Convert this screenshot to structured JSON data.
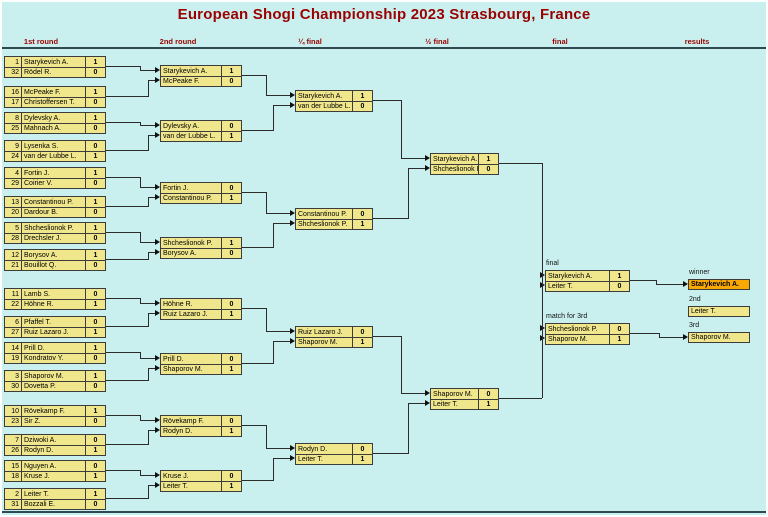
{
  "title": "European Shogi Championship 2023 Strasbourg, France",
  "column_headers": [
    "1st round",
    "2nd round",
    "¼ final",
    "½ final",
    "final",
    "results"
  ],
  "labels": {
    "final": "final",
    "match_for_3rd": "match for 3rd",
    "winner": "winner",
    "second": "2nd",
    "third": "3rd"
  },
  "results": {
    "winner": "Starykevich A.",
    "second": "Leiter T.",
    "third": "Shaporov M."
  },
  "colors": {
    "background": "#c9f0ef",
    "box_fill": "#f0e68c",
    "winner_fill": "#f8a800",
    "heading_text": "#9b0000",
    "connector_line": "#2b2b2b"
  },
  "rounds": {
    "round1": [
      {
        "players": [
          {
            "seed": "1",
            "name": "Starykevich A.",
            "score": "1"
          },
          {
            "seed": "32",
            "name": "Rödel R.",
            "score": "0"
          }
        ]
      },
      {
        "players": [
          {
            "seed": "16",
            "name": "McPeake F.",
            "score": "1"
          },
          {
            "seed": "17",
            "name": "Christoffersen T.",
            "score": "0"
          }
        ]
      },
      {
        "players": [
          {
            "seed": "8",
            "name": "Dylevsky A.",
            "score": "1"
          },
          {
            "seed": "25",
            "name": "Mahnach A.",
            "score": "0"
          }
        ]
      },
      {
        "players": [
          {
            "seed": "9",
            "name": "Lysenka S.",
            "score": "0"
          },
          {
            "seed": "24",
            "name": "van der Lubbe L.",
            "score": "1"
          }
        ]
      },
      {
        "players": [
          {
            "seed": "4",
            "name": "Fortin J.",
            "score": "1"
          },
          {
            "seed": "29",
            "name": "Coirier V.",
            "score": "0"
          }
        ]
      },
      {
        "players": [
          {
            "seed": "13",
            "name": "Constantinou P.",
            "score": "1"
          },
          {
            "seed": "20",
            "name": "Dardour B.",
            "score": "0"
          }
        ]
      },
      {
        "players": [
          {
            "seed": "5",
            "name": "Shcheslionok P.",
            "score": "1"
          },
          {
            "seed": "28",
            "name": "Drechsler J.",
            "score": "0"
          }
        ]
      },
      {
        "players": [
          {
            "seed": "12",
            "name": "Borysov A.",
            "score": "1"
          },
          {
            "seed": "21",
            "name": "Bouillot Q.",
            "score": "0"
          }
        ]
      },
      {
        "players": [
          {
            "seed": "11",
            "name": "Lamb S.",
            "score": "0"
          },
          {
            "seed": "22",
            "name": "Höhne R.",
            "score": "1"
          }
        ]
      },
      {
        "players": [
          {
            "seed": "6",
            "name": "Pfaffel T.",
            "score": "0"
          },
          {
            "seed": "27",
            "name": "Ruiz Lazaro J.",
            "score": "1"
          }
        ]
      },
      {
        "players": [
          {
            "seed": "14",
            "name": "Prill D.",
            "score": "1"
          },
          {
            "seed": "19",
            "name": "Kondratov Y.",
            "score": "0"
          }
        ]
      },
      {
        "players": [
          {
            "seed": "3",
            "name": "Shaporov M.",
            "score": "1"
          },
          {
            "seed": "30",
            "name": "Dovetta P.",
            "score": "0"
          }
        ]
      },
      {
        "players": [
          {
            "seed": "10",
            "name": "Rövekamp F.",
            "score": "1"
          },
          {
            "seed": "23",
            "name": "Sir Z.",
            "score": "0"
          }
        ]
      },
      {
        "players": [
          {
            "seed": "7",
            "name": "Dziwoki A.",
            "score": "0"
          },
          {
            "seed": "26",
            "name": "Rodyn D.",
            "score": "1"
          }
        ]
      },
      {
        "players": [
          {
            "seed": "15",
            "name": "Nguyen A.",
            "score": "0"
          },
          {
            "seed": "18",
            "name": "Kruse J.",
            "score": "1"
          }
        ]
      },
      {
        "players": [
          {
            "seed": "2",
            "name": "Leiter T.",
            "score": "1"
          },
          {
            "seed": "31",
            "name": "Bozzali E.",
            "score": "0"
          }
        ]
      }
    ],
    "round2": [
      {
        "players": [
          {
            "name": "Starykevich A.",
            "score": "1"
          },
          {
            "name": "McPeake F.",
            "score": "0"
          }
        ]
      },
      {
        "players": [
          {
            "name": "Dylevsky A.",
            "score": "0"
          },
          {
            "name": "van der Lubbe L.",
            "score": "1"
          }
        ]
      },
      {
        "players": [
          {
            "name": "Fortin J.",
            "score": "0"
          },
          {
            "name": "Constantinou P.",
            "score": "1"
          }
        ]
      },
      {
        "players": [
          {
            "name": "Shcheslionok P.",
            "score": "1"
          },
          {
            "name": "Borysov A.",
            "score": "0"
          }
        ]
      },
      {
        "players": [
          {
            "name": "Höhne R.",
            "score": "0"
          },
          {
            "name": "Ruiz Lazaro J.",
            "score": "1"
          }
        ]
      },
      {
        "players": [
          {
            "name": "Prill D.",
            "score": "0"
          },
          {
            "name": "Shaporov M.",
            "score": "1"
          }
        ]
      },
      {
        "players": [
          {
            "name": "Rövekamp F.",
            "score": "0"
          },
          {
            "name": "Rodyn D.",
            "score": "1"
          }
        ]
      },
      {
        "players": [
          {
            "name": "Kruse J.",
            "score": "0"
          },
          {
            "name": "Leiter T.",
            "score": "1"
          }
        ]
      }
    ],
    "quarterfinal": [
      {
        "players": [
          {
            "name": "Starykevich A.",
            "score": "1"
          },
          {
            "name": "van der Lubbe L.",
            "score": "0"
          }
        ]
      },
      {
        "players": [
          {
            "name": "Constantinou P.",
            "score": "0"
          },
          {
            "name": "Shcheslionok P.",
            "score": "1"
          }
        ]
      },
      {
        "players": [
          {
            "name": "Ruiz Lazaro J.",
            "score": "0"
          },
          {
            "name": "Shaporov M.",
            "score": "1"
          }
        ]
      },
      {
        "players": [
          {
            "name": "Rodyn D.",
            "score": "0"
          },
          {
            "name": "Leiter T.",
            "score": "1"
          }
        ]
      }
    ],
    "semifinal": [
      {
        "players": [
          {
            "name": "Starykevich A.",
            "score": "1"
          },
          {
            "name": "Shcheslionok P.",
            "score": "0"
          }
        ]
      },
      {
        "players": [
          {
            "name": "Shaporov M.",
            "score": "0"
          },
          {
            "name": "Leiter T.",
            "score": "1"
          }
        ]
      }
    ],
    "final": [
      {
        "players": [
          {
            "name": "Starykevich A.",
            "score": "1"
          },
          {
            "name": "Leiter T.",
            "score": "0"
          }
        ]
      }
    ],
    "third_place": [
      {
        "players": [
          {
            "name": "Shcheslionok P.",
            "score": "0"
          },
          {
            "name": "Shaporov M.",
            "score": "1"
          }
        ]
      }
    ]
  }
}
